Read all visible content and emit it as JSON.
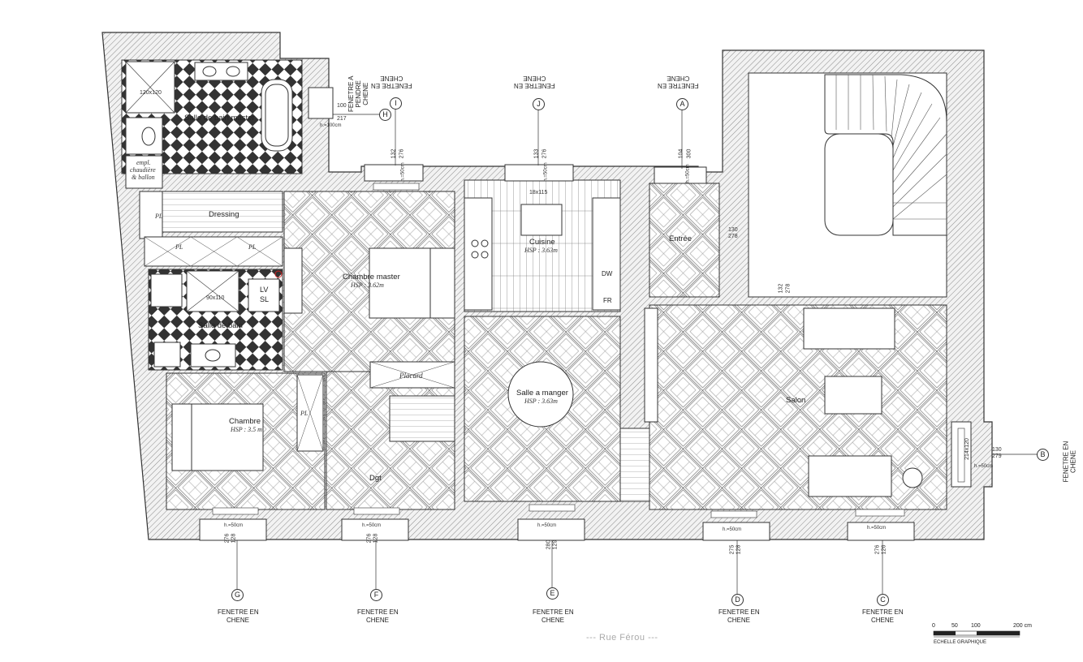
{
  "rooms": {
    "salle_de_bain_master": "Salle de bain master",
    "dressing": "Dressing",
    "chambre_master": "Chambre master",
    "chambre_master_hsp": "HSP : 3.62m",
    "cuisine": "Cuisine",
    "cuisine_hsp": "HSP : 3.63m",
    "entree": "Entrée",
    "salle_de_bain": "Salle de bain",
    "chambre": "Chambre",
    "chambre_hsp": "HSP : 3.5 m",
    "placard": "Placard",
    "dgt": "Dgt",
    "salle_a_manger": "Salle a manger",
    "salle_a_manger_hsp": "HSP : 3.63m",
    "salon": "Salon"
  },
  "fixtures": {
    "shower_master": "120x120",
    "shower_small": "90x110",
    "lv_sl_1": "LV",
    "lv_sl_2": "SL",
    "boiler_1": "empl.",
    "boiler_2": "chaudière",
    "boiler_3": "& ballon",
    "pl": "PL",
    "dw": "DW",
    "fr": "FR",
    "table_kitchen": "18x115"
  },
  "windows": {
    "top": [
      {
        "label_1": "FENETRE EN",
        "label_2": "CHENE",
        "marker": "I",
        "w": "132",
        "h": "276",
        "hs": "h.=50cm"
      },
      {
        "label_1": "FENETRE EN",
        "label_2": "CHENE",
        "marker": "J",
        "w": "133",
        "h": "276",
        "hs": "h.=50cm"
      },
      {
        "label_1": "FENETRE EN",
        "label_2": "CHENE",
        "marker": "A",
        "w": "104",
        "h": "300",
        "hs": "h.=50cm"
      }
    ],
    "door_h": {
      "label_1": "FENETRE A",
      "label_2": "PENDRE",
      "label_3": "CHENE",
      "marker": "H",
      "w": "100",
      "h": "217",
      "hs": "h.=100cm"
    },
    "right": {
      "label_1": "FENETRE EN",
      "label_2": "CHENE",
      "marker": "B",
      "w": "130",
      "h": "279",
      "radiator": "214x120",
      "hs": "h.=50cm"
    },
    "entree_dim": {
      "w": "130",
      "h": "278"
    },
    "stair_dim": {
      "w": "132",
      "h": "278"
    },
    "bottom": [
      {
        "label_1": "FENETRE EN",
        "label_2": "CHENE",
        "marker": "G",
        "w": "128",
        "h": "276",
        "hs": "h.=50cm"
      },
      {
        "label_1": "FENETRE EN",
        "label_2": "CHENE",
        "marker": "F",
        "w": "128",
        "h": "276",
        "hs": "h.=50cm"
      },
      {
        "label_1": "FENETRE EN",
        "label_2": "CHENE",
        "marker": "E",
        "w": "129",
        "h": "280",
        "hs": "h.=50cm"
      },
      {
        "label_1": "FENETRE EN",
        "label_2": "CHENE",
        "marker": "D",
        "w": "128",
        "h": "275",
        "hs": "h.=50cm"
      },
      {
        "label_1": "FENETRE EN",
        "label_2": "CHENE",
        "marker": "C",
        "w": "126",
        "h": "276",
        "hs": "h.=50cm"
      }
    ]
  },
  "street": "---   Rue Férou   ---",
  "scale": {
    "ticks": [
      "0",
      "50",
      "100",
      "200 cm"
    ],
    "caption": "ECHELLE GRAPHIQUE"
  },
  "colors": {
    "wall": "#555555",
    "line": "#333333",
    "hatch": "#999999",
    "tile_dark": "#3a3a3a",
    "accent_mark": "#cc2222"
  }
}
